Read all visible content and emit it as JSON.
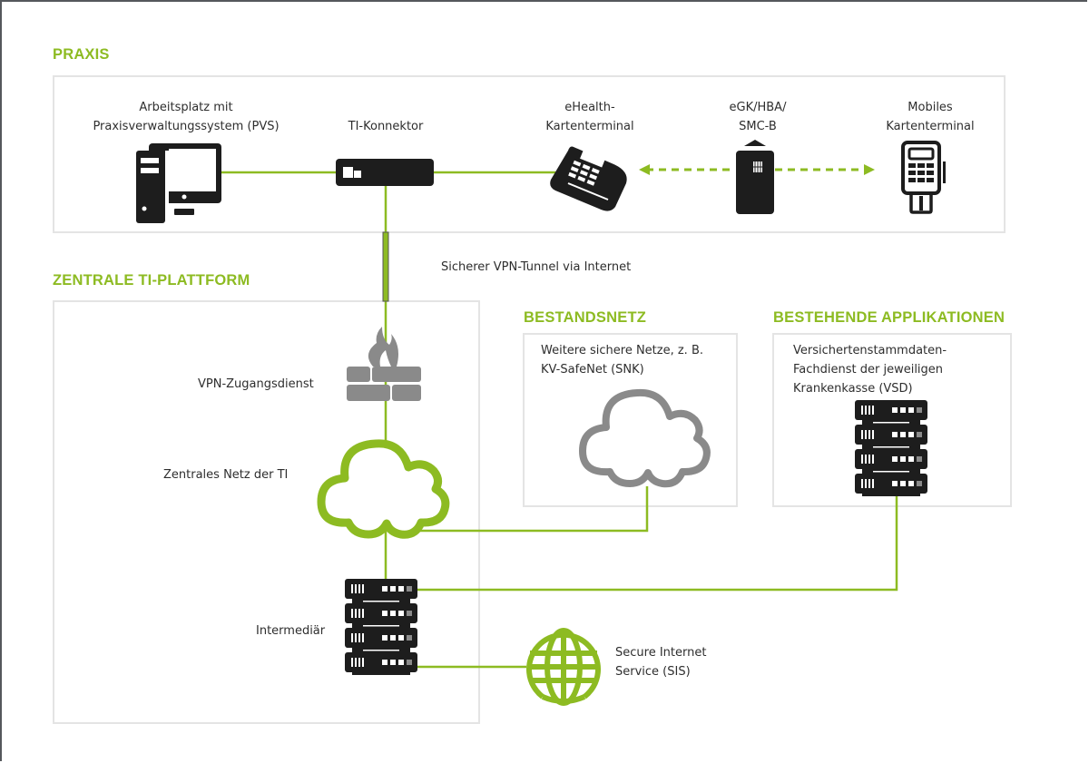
{
  "sections": {
    "praxis": "PRAXIS",
    "zentrale": "ZENTRALE TI-PLATTFORM",
    "bestandsnetz": "BESTANDSNETZ",
    "applikationen": "BESTEHENDE APPLIKATIONEN"
  },
  "praxis": {
    "workstation": {
      "line1": "Arbeitsplatz mit",
      "line2": "Praxisverwaltungssystem (PVS)",
      "icon": "desktop-computer-icon"
    },
    "connector": {
      "label": "TI-Konnektor",
      "icon": "connector-box-icon"
    },
    "card_terminal": {
      "line1": "eHealth-",
      "line2": "Kartenterminal",
      "icon": "card-terminal-icon"
    },
    "card": {
      "line1": "eGK/HBA/",
      "line2": "SMC-B",
      "icon": "smart-card-icon"
    },
    "mobile_terminal": {
      "line1": "Mobiles",
      "line2": "Kartenterminal",
      "icon": "mobile-terminal-icon"
    }
  },
  "vpn_tunnel_label": "Sicherer VPN-Tunnel via Internet",
  "zentrale": {
    "vpn_access": {
      "label": "VPN-Zugangsdienst",
      "icon": "firewall-icon"
    },
    "central_net": {
      "label": "Zentrales Netz der TI",
      "icon": "cloud-icon"
    },
    "intermediaer": {
      "label": "Intermediär",
      "icon": "server-rack-icon"
    }
  },
  "bestandsnetz": {
    "line1": "Weitere sichere Netze, z. B.",
    "line2": "KV-SafeNet (SNK)",
    "icon": "cloud-icon"
  },
  "applikationen": {
    "line1": "Versichertenstammdaten-",
    "line2": "Fachdienst der jeweiligen",
    "line3": "Krankenkasse (VSD)",
    "icon": "server-rack-icon"
  },
  "sis": {
    "line1": "Secure Internet",
    "line2": "Service (SIS)",
    "icon": "globe-icon"
  },
  "colors": {
    "accent": "#8dbb22",
    "dark": "#1d1d1d",
    "gray": "#8a8a8a",
    "border": "#e4e4e4"
  }
}
